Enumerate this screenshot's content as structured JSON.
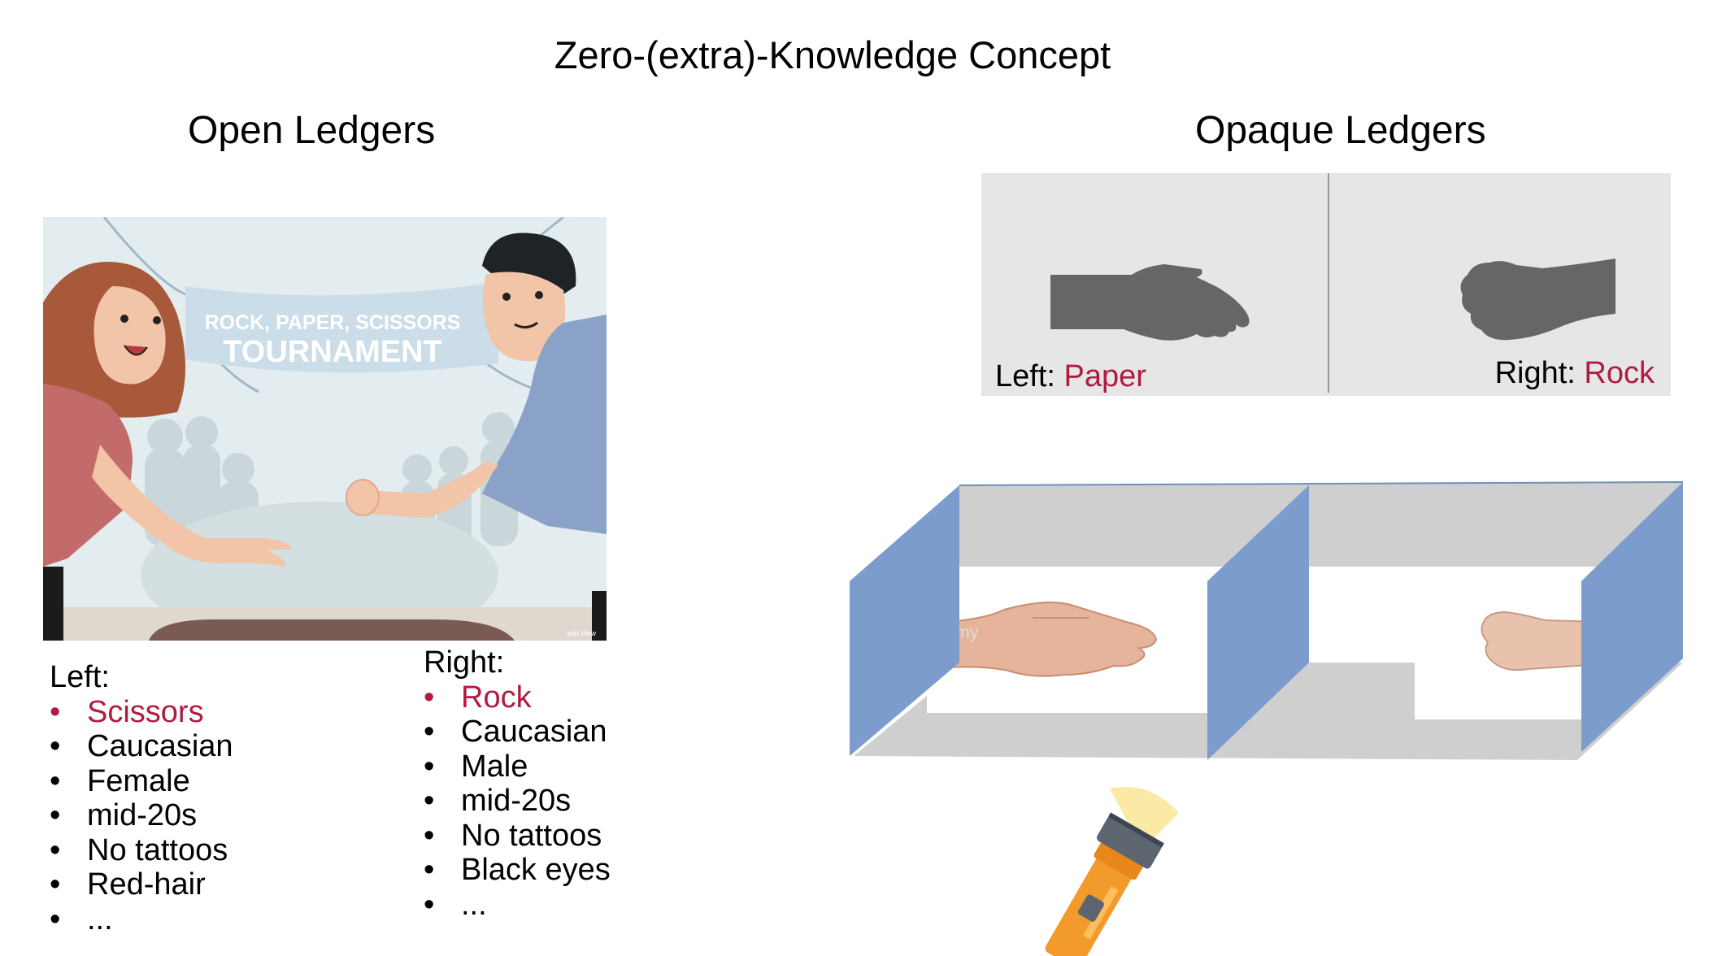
{
  "title": "Zero-(extra)-Knowledge Concept",
  "open": {
    "heading": "Open Ledgers",
    "banner": {
      "line1": "ROCK, PAPER, SCISSORS",
      "line2": "TOURNAMENT"
    },
    "watermark": "wiki How",
    "left": {
      "label": "Left:",
      "items": [
        "Scissors",
        "Caucasian",
        "Female",
        "mid-20s",
        "No tattoos",
        "Red-hair",
        "..."
      ]
    },
    "right": {
      "label": "Right:",
      "items": [
        "Rock",
        "Caucasian",
        "Male",
        "mid-20s",
        "No tattoos",
        "Black eyes",
        "..."
      ]
    }
  },
  "opaque": {
    "heading": "Opaque Ledgers",
    "shadow_left": {
      "label": "Left:",
      "value": "Paper"
    },
    "shadow_right": {
      "label": "Right:",
      "value": "Rock"
    },
    "watermark": "alamy"
  },
  "colors": {
    "accent": "#b01c3f",
    "panel_blue": "#7b9ccc",
    "box_gray": "#cfcfcf",
    "shadow_bg": "#e6e6e6",
    "hand_shadow": "#666666",
    "flashlight": "#f39a2c"
  },
  "icons": [
    "paper-hand-shadow-icon",
    "rock-fist-shadow-icon",
    "flashlight-icon"
  ]
}
